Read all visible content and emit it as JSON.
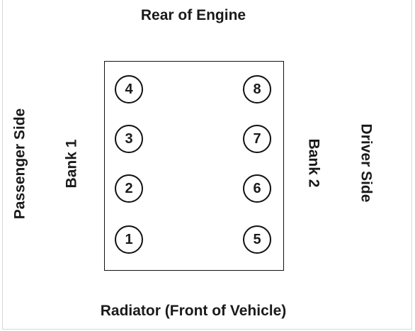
{
  "labels": {
    "top": "Rear of Engine",
    "bottom": "Radiator (Front of Vehicle)",
    "left_outer": "Passenger Side",
    "left_inner": "Bank 1",
    "right_inner": "Bank 2",
    "right_outer": "Driver Side"
  },
  "cylinders": {
    "bank1": [
      "4",
      "3",
      "2",
      "1"
    ],
    "bank2": [
      "8",
      "7",
      "6",
      "5"
    ]
  }
}
